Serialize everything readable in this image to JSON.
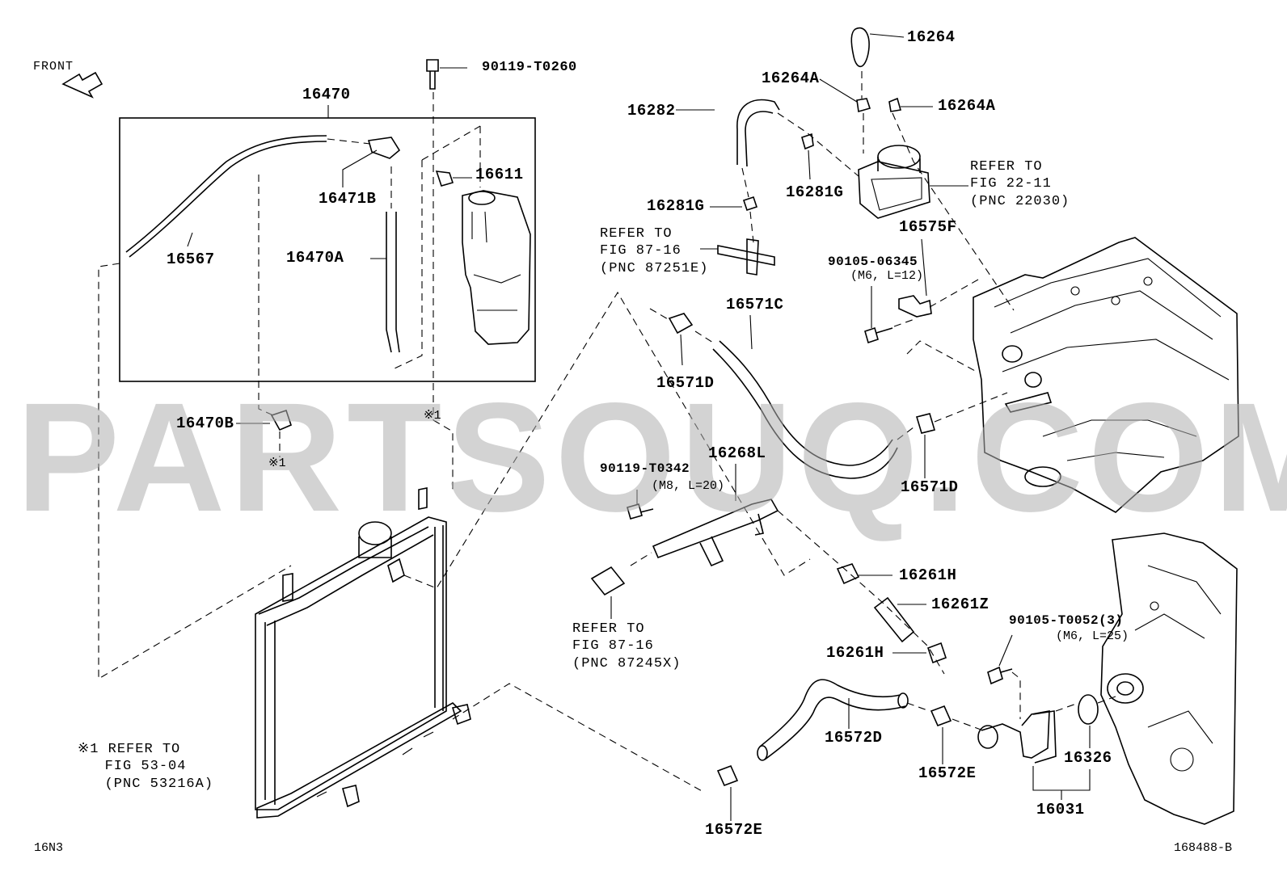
{
  "watermark": "PARTSOUQ.COM",
  "front_label": "FRONT",
  "labels": {
    "p16264": "16264",
    "p16264A_1": "16264A",
    "p16264A_2": "16264A",
    "p16282": "16282",
    "p90119_T0260": "90119-T0260",
    "p16470": "16470",
    "p16611": "16611",
    "p16471B": "16471B",
    "p16567": "16567",
    "p16470A": "16470A",
    "p16281G_1": "16281G",
    "p16281G_2": "16281G",
    "p16575F": "16575F",
    "p90105_06345": "90105-06345",
    "p90105_06345_spec": "(M6, L=12)",
    "p16571C": "16571C",
    "p16571D_1": "16571D",
    "p16571D_2": "16571D",
    "p16470B": "16470B",
    "ref1_a": "※1",
    "ref1_b": "※1",
    "p16268L": "16268L",
    "p90119_T0342": "90119-T0342",
    "p90119_T0342_spec": "(M8, L=20)",
    "p16261H_1": "16261H",
    "p16261Z": "16261Z",
    "p90105_T0052": "90105-T0052(3)",
    "p90105_T0052_spec": "(M6, L=25)",
    "p16261H_2": "16261H",
    "p16572D": "16572D",
    "p16326": "16326",
    "p16572E_1": "16572E",
    "p16572E_2": "16572E",
    "p16031": "16031"
  },
  "notes": {
    "ref_22030": "REFER TO\nFIG 22-11\n(PNC 22030)",
    "ref_87251E": "REFER TO\nFIG 87-16\n(PNC 87251E)",
    "ref_87245X": "REFER TO\nFIG 87-16\n(PNC 87245X)",
    "footnote": "※1 REFER TO\n   FIG 53-04\n   (PNC 53216A)"
  },
  "footer": {
    "left_code": "16N3",
    "right_code": "168488-B"
  }
}
